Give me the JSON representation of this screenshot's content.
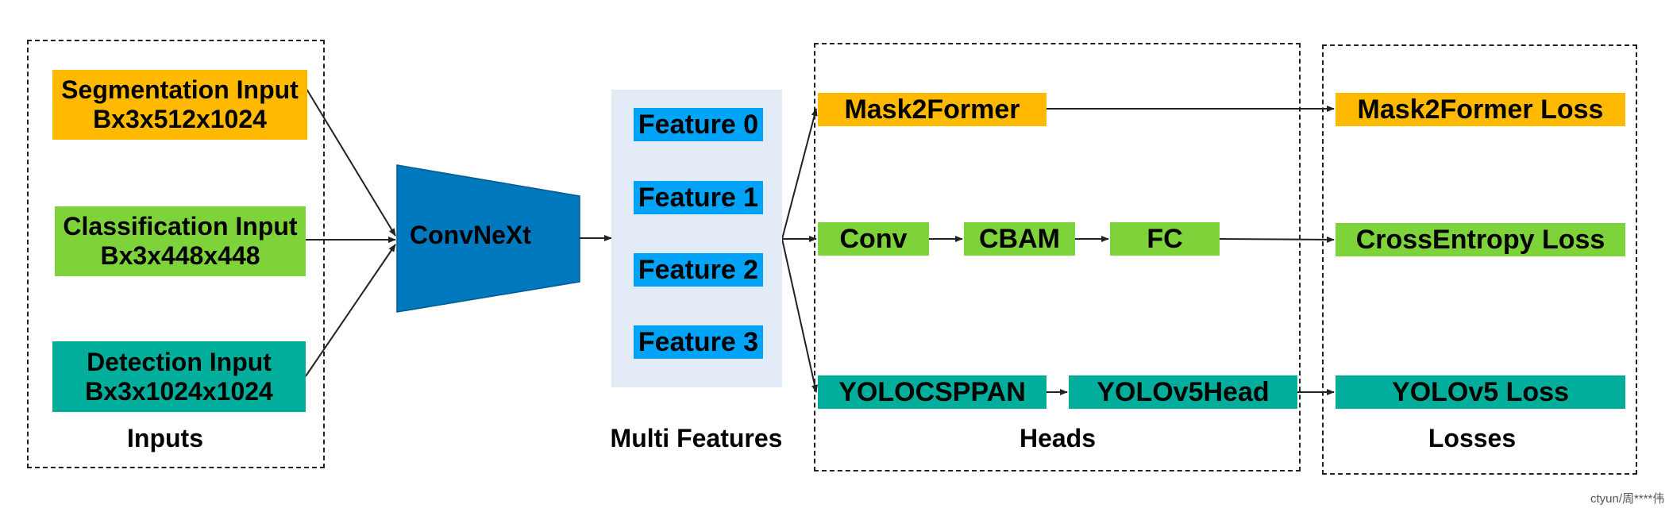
{
  "colors": {
    "orange": "#FFBA00",
    "green": "#7ED23A",
    "teal": "#00AE9B",
    "feature_blue": "#00A3F5",
    "convnext_blue": "#0078BE",
    "panel_bg": "#E3EBF6"
  },
  "inputs": {
    "caption": "Inputs",
    "segmentation": {
      "line1": "Segmentation Input",
      "line2": "Bx3x512x1024"
    },
    "classification": {
      "line1": "Classification Input",
      "line2": "Bx3x448x448"
    },
    "detection": {
      "line1": "Detection Input",
      "line2": "Bx3x1024x1024"
    }
  },
  "backbone": {
    "label": "ConvNeXt"
  },
  "features": {
    "caption": "Multi Features",
    "items": [
      "Feature 0",
      "Feature 1",
      "Feature 2",
      "Feature 3"
    ]
  },
  "heads": {
    "caption": "Heads",
    "mask2former": "Mask2Former",
    "conv": "Conv",
    "cbam": "CBAM",
    "fc": "FC",
    "yolocsppan": "YOLOCSPPAN",
    "yolov5head": "YOLOv5Head"
  },
  "losses": {
    "caption": "Losses",
    "mask2former": "Mask2Former Loss",
    "crossentropy": "CrossEntropy Loss",
    "yolov5": "YOLOv5 Loss"
  },
  "watermark": "ctyun/周****伟"
}
